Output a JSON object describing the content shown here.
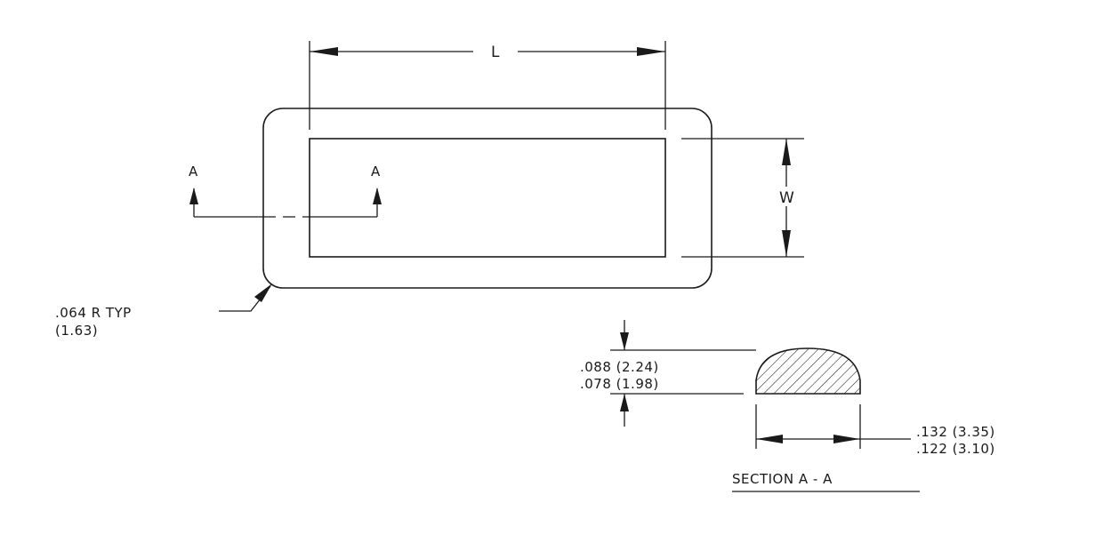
{
  "dimension_labels": {
    "length": "L",
    "width": "W",
    "section_mark_left": "A",
    "section_mark_right": "A",
    "corner_radius_in": ".064 R TYP",
    "corner_radius_mm": "(1.63)",
    "height_max": ".088 (2.24)",
    "height_min": ".078 (1.98)",
    "section_width_max": ".132 (3.35)",
    "section_width_min": ".122 (3.10)"
  },
  "section_title": "SECTION A - A"
}
